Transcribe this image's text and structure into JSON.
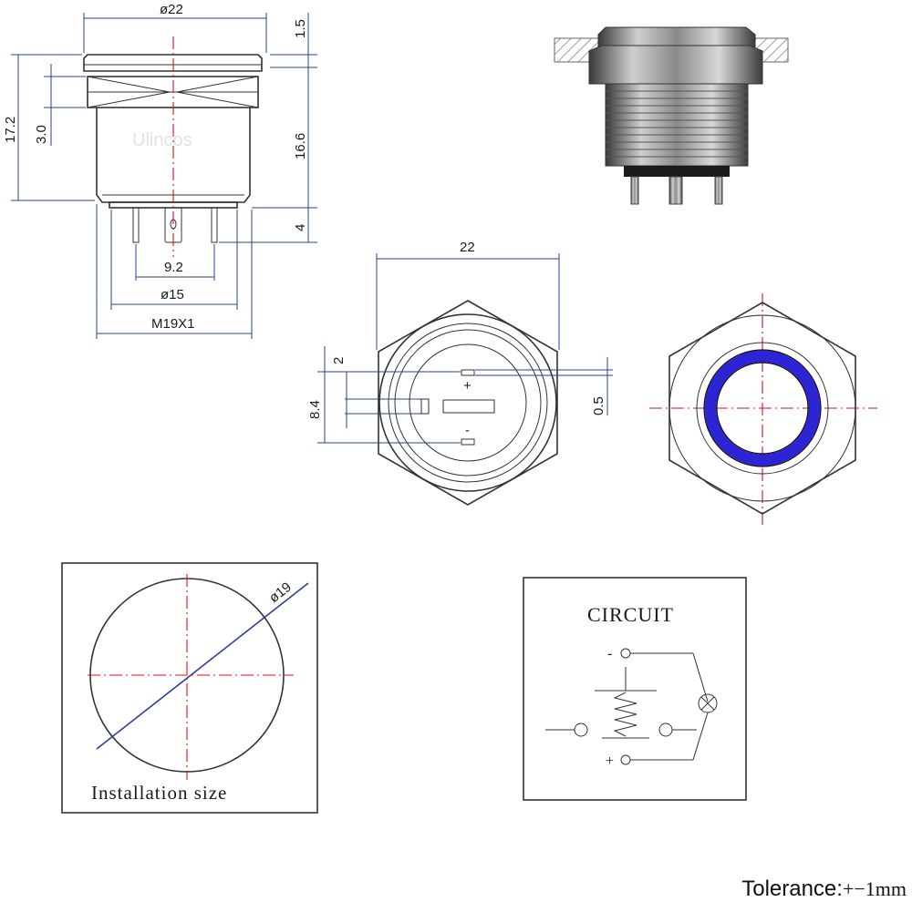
{
  "side_view": {
    "dim_diameter_top": "ø22",
    "dim_cap": "1.5",
    "dim_total_height": "17.2",
    "dim_nut": "3.0",
    "dim_body": "16.6",
    "dim_pins": "4",
    "dim_pin_spacing": "9.2",
    "dim_base_diameter": "ø15",
    "dim_thread": "M19X1",
    "watermark": "Ulincos"
  },
  "bottom_view": {
    "dim_width": "22",
    "dim_offset": "2",
    "dim_height": "8.4",
    "dim_terminal": "0.5",
    "plus_mark": "+",
    "minus_mark": "-"
  },
  "front_view": {
    "ring_color": "#2d24d6"
  },
  "installation": {
    "dim_hole": "ø19",
    "label": "Installation size"
  },
  "circuit": {
    "title": "CIRCUIT",
    "neg_label": "-",
    "pos_label": "+"
  },
  "tolerance": {
    "label": "Tolerance:",
    "value": "+−1mm"
  }
}
